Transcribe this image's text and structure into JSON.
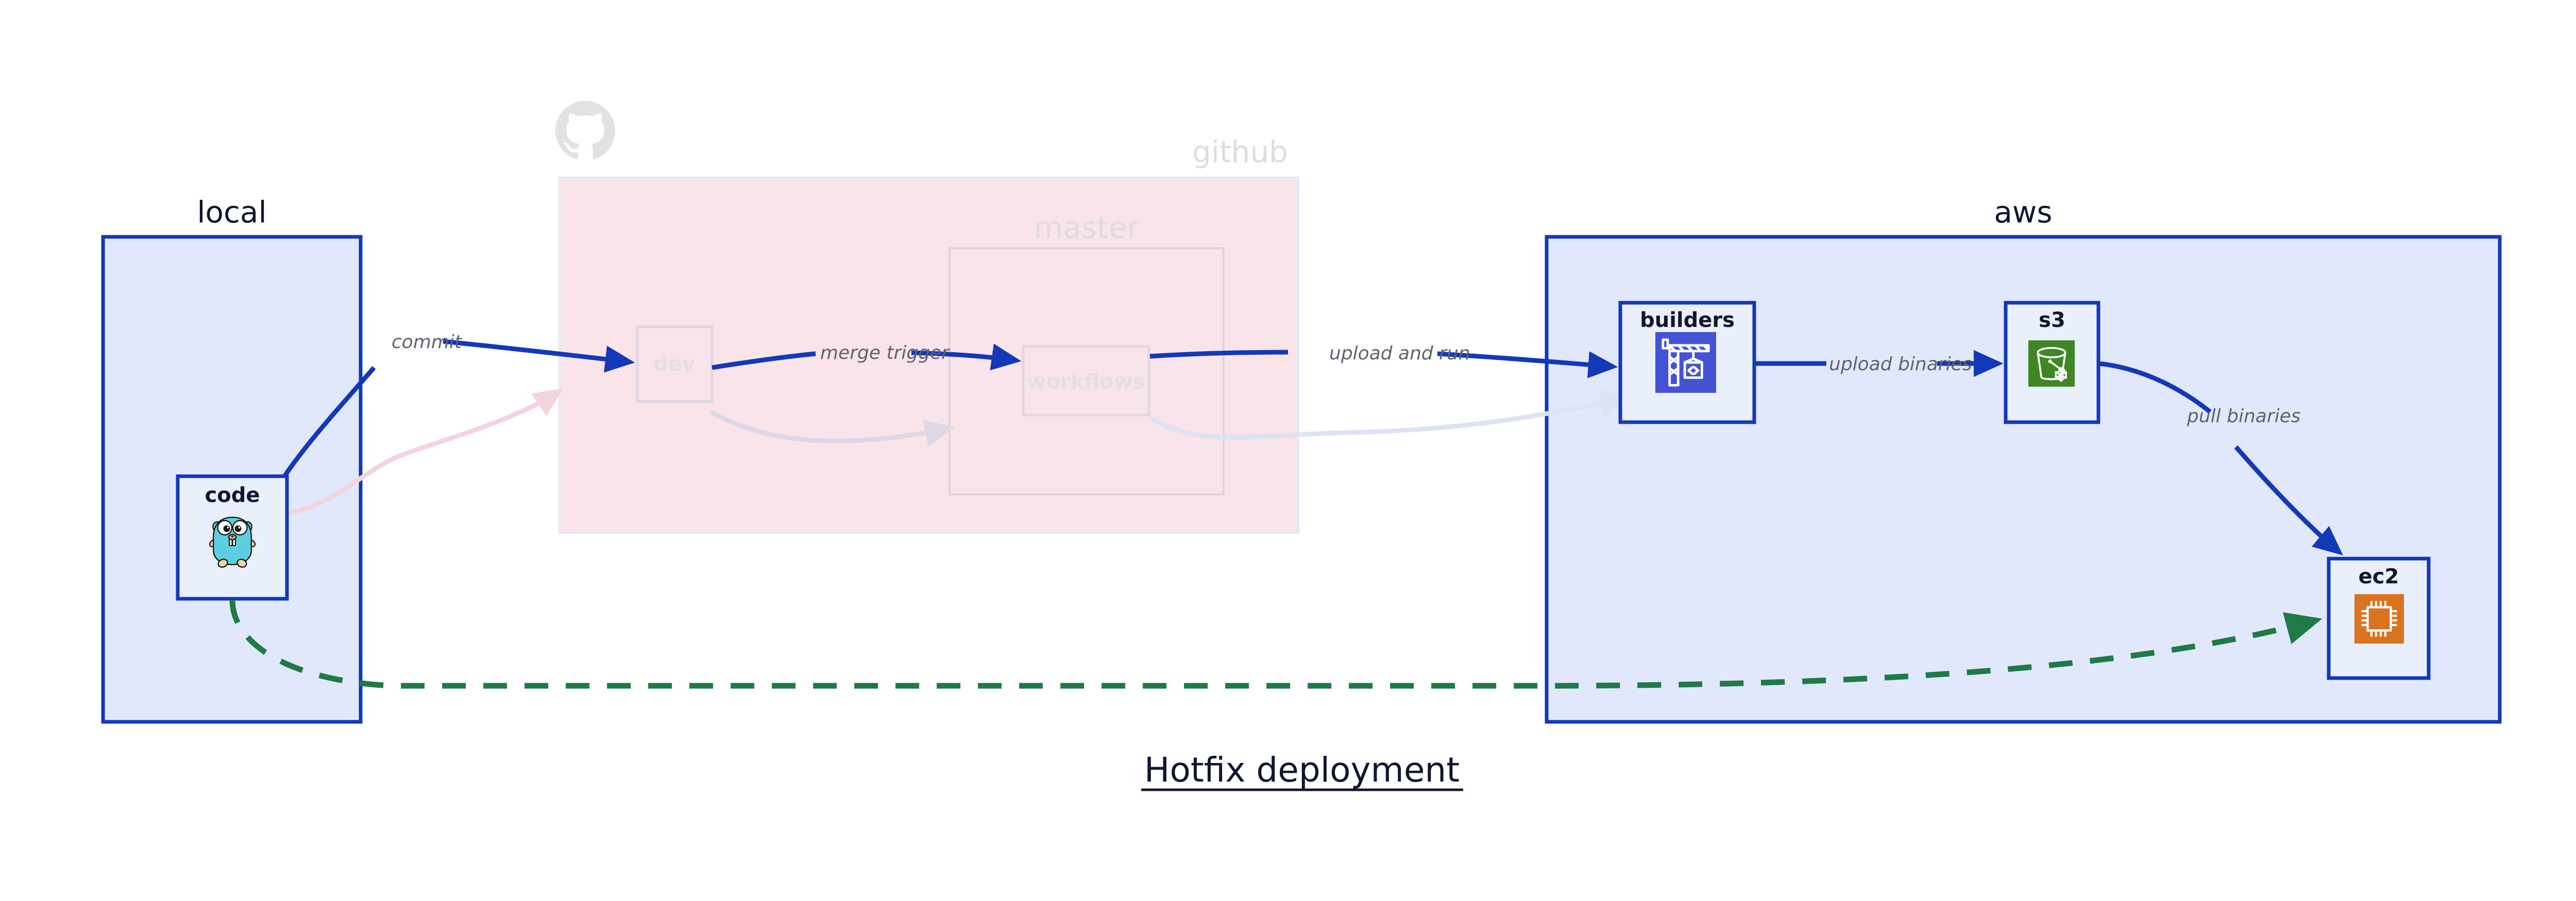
{
  "diagram": {
    "title": "Hotfix deployment",
    "clusters": [
      {
        "id": "local",
        "label": "local",
        "faded": false,
        "fill": "#e2e8fb",
        "stroke": "#1338b8"
      },
      {
        "id": "github",
        "label": "github",
        "faded": true,
        "fill": "#f9e4e9",
        "stroke": "#e2e8fb"
      },
      {
        "id": "master",
        "label": "master",
        "faded": true,
        "fill": "#f9e4e9",
        "stroke": "#ddd2e2"
      },
      {
        "id": "aws",
        "label": "aws",
        "faded": false,
        "fill": "#e2e8fb",
        "stroke": "#1338b8"
      }
    ],
    "nodes": [
      {
        "id": "code",
        "label": "code",
        "icon": "go-gopher-icon",
        "faded": false
      },
      {
        "id": "dev",
        "label": "dev",
        "icon": "none",
        "faded": true
      },
      {
        "id": "workflows",
        "label": "workflows",
        "icon": "none",
        "faded": true
      },
      {
        "id": "builders",
        "label": "builders",
        "icon": "aws-codebuild-crane-icon",
        "faded": false
      },
      {
        "id": "s3",
        "label": "s3",
        "icon": "aws-s3-bucket-icon",
        "faded": false
      },
      {
        "id": "ec2",
        "label": "ec2",
        "icon": "aws-ec2-chip-icon",
        "faded": false
      }
    ],
    "edges": [
      {
        "id": "commit",
        "label": "commit",
        "from": "code",
        "to": "dev",
        "style": "solid",
        "color": "#1338b8",
        "faded": false
      },
      {
        "id": "merge-trigger",
        "label": "merge trigger",
        "from": "dev",
        "to": "workflows",
        "style": "solid",
        "color": "#1338b8",
        "faded": false
      },
      {
        "id": "upload-and-run",
        "label": "upload and run",
        "from": "workflows",
        "to": "builders",
        "style": "solid",
        "color": "#1338b8",
        "faded": false
      },
      {
        "id": "upload-binaries",
        "label": "upload binaries",
        "from": "builders",
        "to": "s3",
        "style": "solid",
        "color": "#1338b8",
        "faded": false
      },
      {
        "id": "pull-binaries",
        "label": "pull binaries",
        "from": "s3",
        "to": "ec2",
        "style": "solid",
        "color": "#1338b8",
        "faded": false
      },
      {
        "id": "hotfix-direct",
        "label": "",
        "from": "code",
        "to": "ec2",
        "style": "dashed",
        "color": "#1e7a46",
        "faded": false
      },
      {
        "id": "code-to-dev-faded",
        "label": "",
        "from": "code",
        "to": "dev",
        "style": "solid",
        "color": "#f3d4dc",
        "faded": true
      },
      {
        "id": "dev-to-workflows-faded",
        "label": "",
        "from": "dev",
        "to": "workflows",
        "style": "solid",
        "color": "#ddd7e6",
        "faded": true
      },
      {
        "id": "workflows-to-builders-faded",
        "label": "",
        "from": "workflows",
        "to": "builders",
        "style": "solid",
        "color": "#dde2f5",
        "faded": true
      }
    ],
    "colors": {
      "accent_blue": "#1338b8",
      "cluster_blue_fill": "#e2e8fb",
      "cluster_pink_fill": "#f9e4e9",
      "green_dashed": "#1e7a46",
      "codebuild_blue": "#4452d4",
      "s3_green": "#3f8624",
      "ec2_orange": "#da7320",
      "gopher_cyan": "#5bcfdf",
      "node_fill": "#eaeffc",
      "text_dark": "#10162f",
      "edge_label_gray": "#5e636e",
      "faded_gray": "#dedce0"
    },
    "octocat": {
      "name": "github-octocat-icon",
      "color": "#e0e0e0"
    }
  }
}
